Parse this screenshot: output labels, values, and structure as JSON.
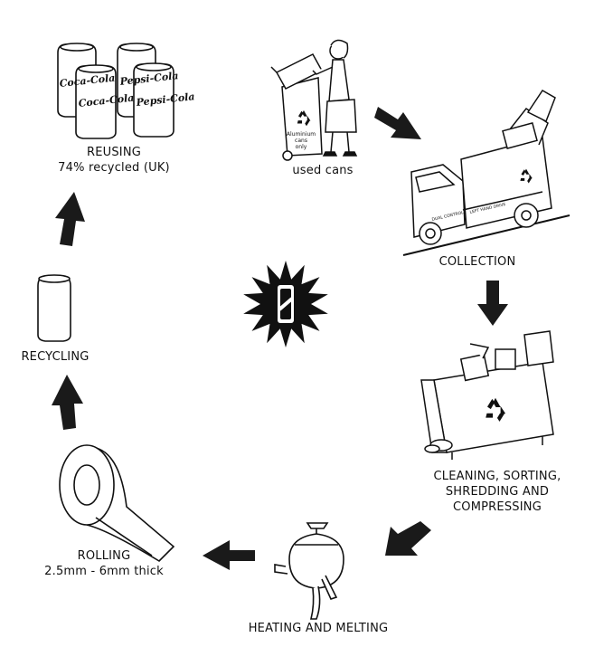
{
  "stages": {
    "used_cans": {
      "label": "used cans",
      "bin_text": "Aluminium\ncans\nonly"
    },
    "collection": {
      "label": "COLLECTION",
      "truck_text_left": "DUAL CONTROL",
      "truck_text_right": "LEFT HAND DRIVE"
    },
    "cleaning": {
      "label": "CLEANING, SORTING,\nSHREDDING AND\nCOMPRESSING"
    },
    "heating": {
      "label": "HEATING AND MELTING"
    },
    "rolling": {
      "label": "ROLLING",
      "sublabel": "2.5mm - 6mm thick"
    },
    "recycling": {
      "label": "RECYCLING"
    },
    "reusing": {
      "label": "REUSING",
      "sublabel": "74% recycled (UK)",
      "can_brands": [
        "Coca-Cola",
        "Pepsi-Cola",
        "Coca-Cola",
        "Pepsi-Cola"
      ]
    }
  },
  "colors": {
    "ink": "#111111",
    "fill": "#ffffff",
    "arrow": "#1a1a1a"
  },
  "icons": [
    "recycle-symbol-icon",
    "starburst-can-icon",
    "flow-arrow-icon"
  ]
}
